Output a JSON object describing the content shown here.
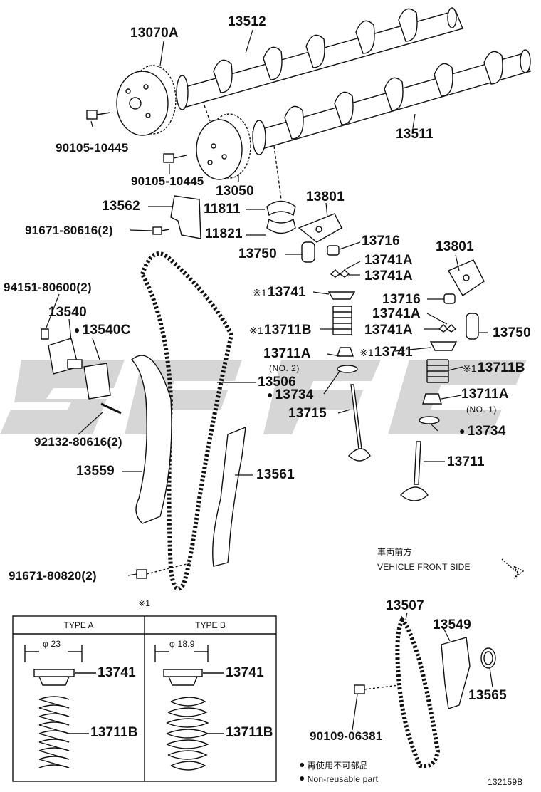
{
  "diagram_id": "132159B",
  "parts": {
    "p13070A": "13070A",
    "p13512": "13512",
    "p90105_10445_a": "90105-10445",
    "p13511": "13511",
    "p90105_10445_b": "90105-10445",
    "p13050": "13050",
    "p13562": "13562",
    "p11811": "11811",
    "p13801_a": "13801",
    "p91671_80616": "91671-80616(2)",
    "p11821": "11821",
    "p13716_a": "13716",
    "p13750_a": "13750",
    "p13741A_1": "13741A",
    "p13741A_2": "13741A",
    "p13801_b": "13801",
    "p94151_80600": "94151-80600(2)",
    "p13741_a": "13741",
    "p13716_b": "13716",
    "p13540": "13540",
    "p13741A_3": "13741A",
    "p13540C": "13540C",
    "p13711B_a": "13711B",
    "p13741A_4": "13741A",
    "p13750_b": "13750",
    "p13711A_a": "13711A",
    "p13711A_a_sub": "(NO. 2)",
    "p13741_b": "13741",
    "p13506": "13506",
    "p13711B_b": "13711B",
    "p13734_a": "13734",
    "p13711A_b": "13711A",
    "p13711A_b_sub": "(NO. 1)",
    "p13715": "13715",
    "p92132_80616": "92132-80616(2)",
    "p13734_b": "13734",
    "p13711": "13711",
    "p13559": "13559",
    "p13561": "13561",
    "p91671_80820": "91671-80820(2)",
    "p13507": "13507",
    "p13549": "13549",
    "p13565": "13565",
    "p90109_06381": "90109-06381"
  },
  "ref_mark": "※1",
  "ref_mark_short": "※",
  "front_label_jp": "車両前方",
  "front_label_en": "VEHICLE FRONT SIDE",
  "inset": {
    "ref": "※1",
    "type_a": {
      "title": "TYPE A",
      "diameter": "φ 23",
      "cap": "13741",
      "spring": "13711B"
    },
    "type_b": {
      "title": "TYPE B",
      "diameter": "φ 18.9",
      "cap": "13741",
      "spring": "13711B"
    }
  },
  "legend": {
    "jp": "再使用不可部品",
    "en": "Non-reusable part"
  },
  "colors": {
    "line": "#111111",
    "watermark": "#d0d0d0"
  }
}
